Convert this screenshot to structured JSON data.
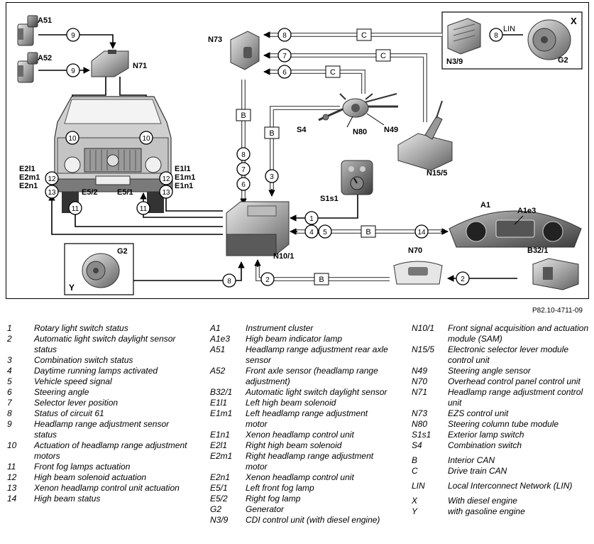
{
  "figure_ref": "P82.10-4711-09",
  "labels": {
    "A51": "A51",
    "A52": "A52",
    "N71": "N71",
    "N73": "N73",
    "N3_9": "N3/9",
    "G2_top": "G2",
    "X": "X",
    "LIN": "LIN",
    "S4": "S4",
    "N80": "N80",
    "N49": "N49",
    "N15_5": "N15/5",
    "S1s1": "S1s1",
    "A1": "A1",
    "A1e3": "A1e3",
    "N10_1": "N10/1",
    "N70": "N70",
    "B32_1": "B32/1",
    "G2_bottom": "G2",
    "Y": "Y",
    "E2l1": "E2l1",
    "E2m1": "E2m1",
    "E2n1": "E2n1",
    "E1l1": "E1l1",
    "E1m1": "E1m1",
    "E1n1": "E1n1",
    "E5_2": "E5/2",
    "E5_1": "E5/1"
  },
  "bus": {
    "B": "B",
    "C": "C"
  },
  "signals": {
    "s1": "1",
    "s2": "2",
    "s3": "3",
    "s4": "4",
    "s5": "5",
    "s6": "6",
    "s7": "7",
    "s8": "8",
    "s9": "9",
    "s10": "10",
    "s11": "11",
    "s12": "12",
    "s13": "13",
    "s14": "14"
  },
  "legend": {
    "col1": [
      {
        "key": "1",
        "desc": "Rotary light switch status"
      },
      {
        "key": "2",
        "desc": "Automatic light switch daylight sensor status"
      },
      {
        "key": "3",
        "desc": "Combination switch status"
      },
      {
        "key": "4",
        "desc": "Daytime running lamps activated"
      },
      {
        "key": "5",
        "desc": "Vehicle speed signal"
      },
      {
        "key": "6",
        "desc": "Steering angle"
      },
      {
        "key": "7",
        "desc": "Selector lever position"
      },
      {
        "key": "8",
        "desc": "Status of circuit 61"
      },
      {
        "key": "9",
        "desc": "Headlamp range adjustment sensor status"
      },
      {
        "key": "10",
        "desc": "Actuation of headlamp range adjustment motors"
      },
      {
        "key": "11",
        "desc": "Front fog lamps actuation"
      },
      {
        "key": "12",
        "desc": "High beam solenoid actuation"
      },
      {
        "key": "13",
        "desc": "Xenon headlamp control unit actuation"
      },
      {
        "key": "14",
        "desc": "High beam status"
      }
    ],
    "col2": [
      {
        "key": "A1",
        "desc": "Instrument cluster"
      },
      {
        "key": "A1e3",
        "desc": "High beam indicator lamp"
      },
      {
        "key": "A51",
        "desc": "Headlamp range adjustment rear axle sensor"
      },
      {
        "key": "A52",
        "desc": "Front axle sensor (headlamp range adjustment)"
      },
      {
        "key": "B32/1",
        "desc": "Automatic light switch daylight sensor"
      },
      {
        "key": "E1l1",
        "desc": "Left high beam solenoid"
      },
      {
        "key": "E1m1",
        "desc": "Left headlamp range adjustment motor"
      },
      {
        "key": "E1n1",
        "desc": "Xenon headlamp control unit"
      },
      {
        "key": "E2l1",
        "desc": "Right high beam solenoid"
      },
      {
        "key": "E2m1",
        "desc": "Right headlamp range adjustment motor"
      },
      {
        "key": "E2n1",
        "desc": "Xenon headlamp control unit"
      },
      {
        "key": "E5/1",
        "desc": "Left front fog lamp"
      },
      {
        "key": "E5/2",
        "desc": "Right fog lamp"
      },
      {
        "key": "G2",
        "desc": "Generator"
      },
      {
        "key": "N3/9",
        "desc": "CDI control unit (with diesel engine)"
      }
    ],
    "col3": [
      {
        "key": "N10/1",
        "desc": "Front signal acquisition and actuation module (SAM)"
      },
      {
        "key": "N15/5",
        "desc": "Electronic selector lever module control unit"
      },
      {
        "key": "N49",
        "desc": "Steering angle sensor"
      },
      {
        "key": "N70",
        "desc": "Overhead control panel control unit"
      },
      {
        "key": "N71",
        "desc": "Headlamp range adjustment control unit"
      },
      {
        "key": "N73",
        "desc": "EZS control unit"
      },
      {
        "key": "N80",
        "desc": "Steering column tube module"
      },
      {
        "key": "S1s1",
        "desc": "Exterior lamp switch"
      },
      {
        "key": "S4",
        "desc": "Combination switch"
      },
      {
        "key": "B",
        "desc": "Interior CAN",
        "gap": true
      },
      {
        "key": "C",
        "desc": "Drive train CAN"
      },
      {
        "key": "LIN",
        "desc": "Local Interconnect Network (LIN)",
        "gap": true
      },
      {
        "key": "X",
        "desc": "With diesel engine",
        "gap": true
      },
      {
        "key": "Y",
        "desc": "with gasoline engine"
      }
    ]
  }
}
